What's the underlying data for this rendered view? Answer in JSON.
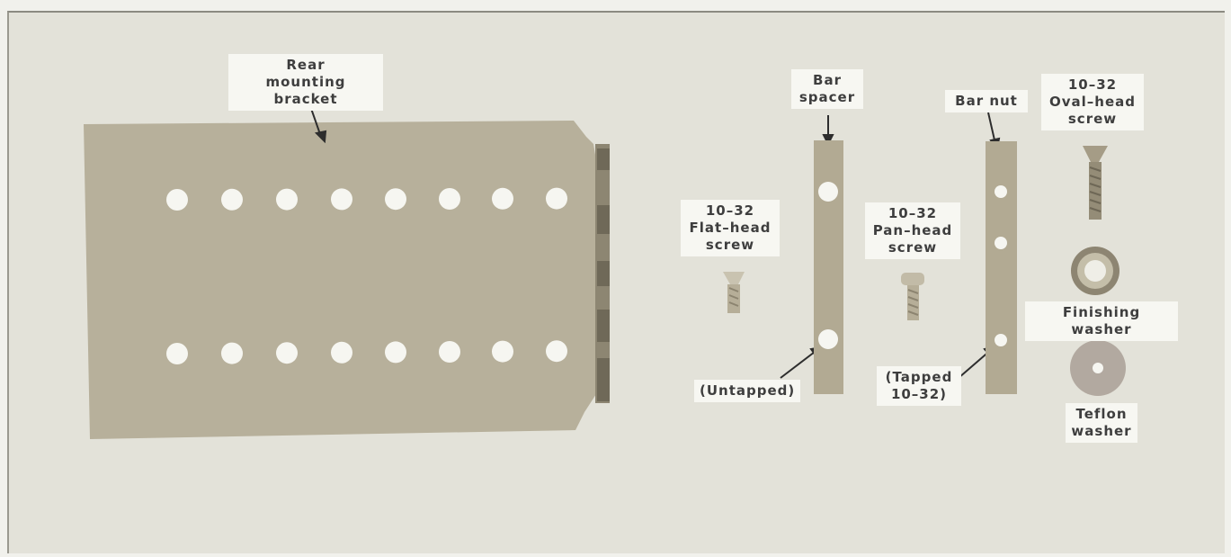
{
  "labels": {
    "rear_mounting_bracket": [
      "Rear",
      "mounting bracket"
    ],
    "bar_spacer": [
      "Bar",
      "spacer"
    ],
    "bar_nut": [
      "Bar nut"
    ],
    "oval_head_screw": [
      "10–32",
      "Oval–head",
      "screw"
    ],
    "flat_head_screw": [
      "10–32",
      "Flat–head",
      "screw"
    ],
    "pan_head_screw": [
      "10–32",
      "Pan–head",
      "screw"
    ],
    "untapped": [
      "(Untapped)"
    ],
    "tapped": [
      "(Tapped",
      "10–32)"
    ],
    "finishing_washer": [
      "Finishing washer"
    ],
    "teflon_washer": [
      "Teflon",
      "washer"
    ]
  },
  "colors": {
    "background": "#e3e2d9",
    "bracket": "#b7b09b",
    "bar": "#b2aa93",
    "hole": "#f6f6f1",
    "screw": "#b6ae98",
    "teflon_washer": "#b2a9a0",
    "label_bg": "#f7f7f2"
  }
}
